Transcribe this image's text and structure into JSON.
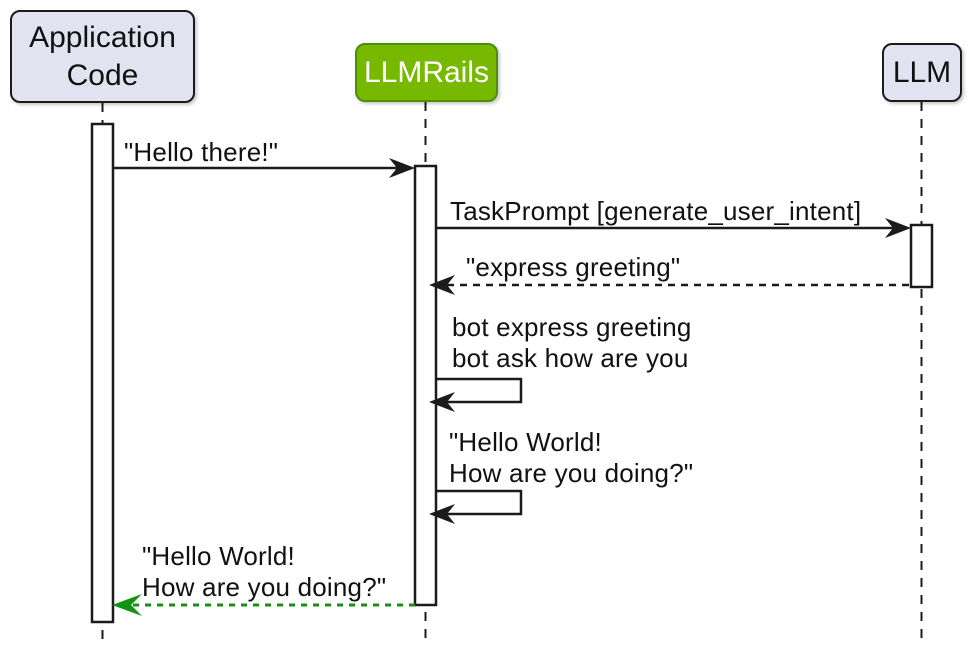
{
  "diagram": {
    "type": "sequence",
    "participants": [
      {
        "id": "application-code",
        "label": "Application\nCode",
        "fill": "#E2E2F0"
      },
      {
        "id": "llmrails",
        "label": "LLMRails",
        "fill": "#76B900"
      },
      {
        "id": "llm",
        "label": "LLM",
        "fill": "#E2E2F0"
      }
    ],
    "messages": [
      {
        "from": "Application Code",
        "to": "LLMRails",
        "style": "solid",
        "label": "\"Hello there!\""
      },
      {
        "from": "LLMRails",
        "to": "LLM",
        "style": "solid",
        "label": "TaskPrompt [generate_user_intent]"
      },
      {
        "from": "LLM",
        "to": "LLMRails",
        "style": "dashed",
        "label": "\"express greeting\""
      },
      {
        "from": "LLMRails",
        "to": "LLMRails",
        "style": "self",
        "label": "bot express greeting\nbot ask how are you"
      },
      {
        "from": "LLMRails",
        "to": "LLMRails",
        "style": "self",
        "label": "\"Hello World!\nHow are you doing?\""
      },
      {
        "from": "LLMRails",
        "to": "Application Code",
        "style": "dashed-green",
        "label": "\"Hello World!\nHow are you doing?\""
      }
    ],
    "colors": {
      "participant_fill": "#E2E2F0",
      "participant_border": "#1b1b1b",
      "llmrails_fill": "#76B900",
      "llmrails_border": "#4A8F06",
      "line": "#1b1b1b",
      "reply_green": "#129312",
      "background": "#ffffff"
    }
  }
}
